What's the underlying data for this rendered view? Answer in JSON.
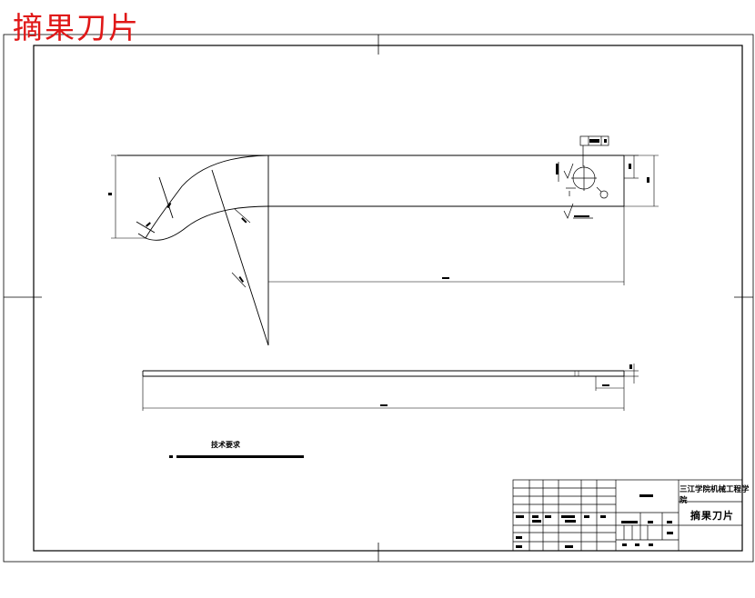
{
  "header": {
    "stamp_text": "摘果刀片",
    "stamp_color": "#e01818"
  },
  "technical_requirements": {
    "title": "技术要求"
  },
  "title_block": {
    "school": "三江学院机械工程学院",
    "part_name": "摘果刀片"
  },
  "drawing": {
    "line_color": "#000000"
  }
}
